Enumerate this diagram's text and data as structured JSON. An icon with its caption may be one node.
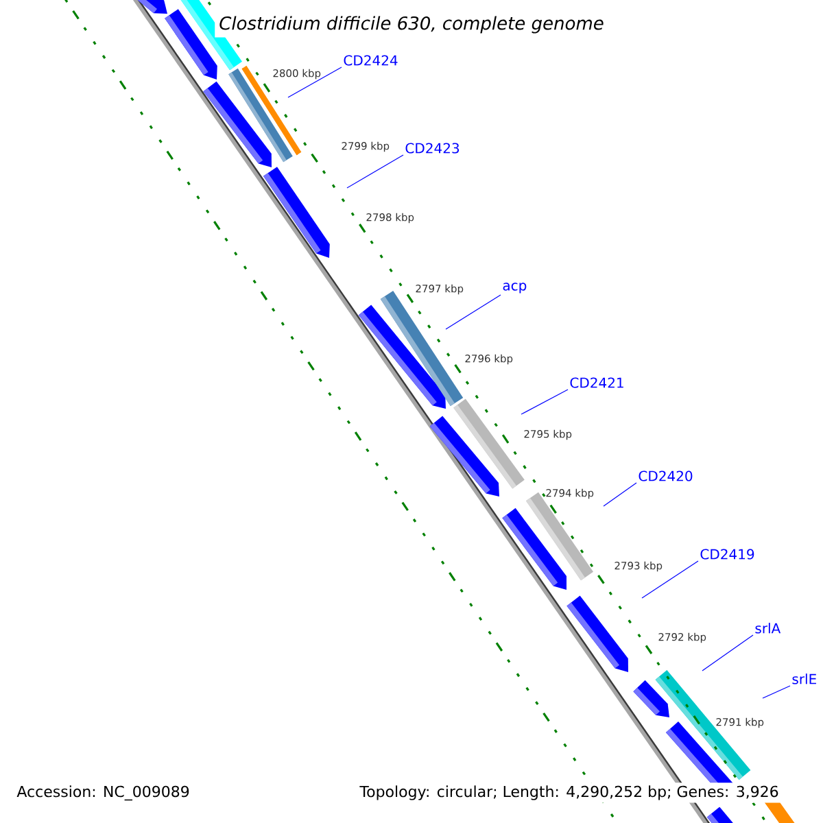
{
  "diagram": {
    "title": "Clostridium difficile 630, complete genome",
    "nodes": [
      {
        "text": [
          "CD2424"
        ]
      },
      {
        "text": [
          "CD2423"
        ]
      },
      {
        "text": [
          "acp"
        ]
      },
      {
        "text": [
          "CD2421"
        ]
      },
      {
        "text": [
          "CD2420"
        ]
      },
      {
        "text": [
          "CD2419"
        ]
      },
      {
        "text": [
          "srlA"
        ]
      },
      {
        "text": [
          "srlE"
        ]
      }
    ],
    "edges": [
      {
        "from": 0,
        "to": null,
        "arrow": "none"
      },
      {
        "from": 1,
        "to": null,
        "arrow": "none"
      },
      {
        "from": 2,
        "to": null,
        "arrow": "none"
      },
      {
        "from": 3,
        "to": null,
        "arrow": "none"
      },
      {
        "from": 4,
        "to": null,
        "arrow": "none"
      },
      {
        "from": 5,
        "to": null,
        "arrow": "none"
      },
      {
        "from": 6,
        "to": null,
        "arrow": "none"
      },
      {
        "from": 7,
        "to": null,
        "arrow": "none"
      }
    ],
    "labels": [
      "2800 kbp",
      "2799 kbp",
      "2798 kbp",
      "2797 kbp",
      "2796 kbp",
      "2795 kbp",
      "2794 kbp",
      "2793 kbp",
      "2792 kbp",
      "2791 kbp",
      "Accession: NC_009089",
      "Topology: circular; Length: 4,290,252 bp; Genes: 3,926"
    ]
  }
}
